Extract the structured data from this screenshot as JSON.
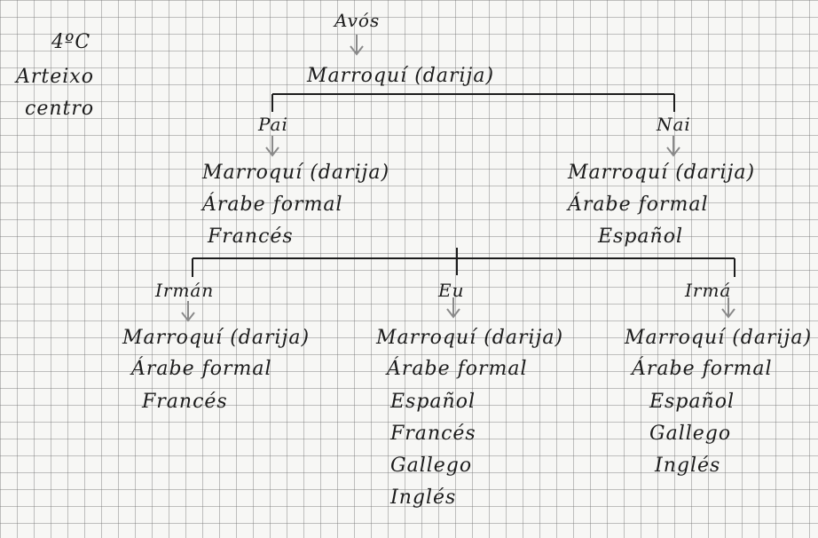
{
  "meta": {
    "class_label": "4ºC",
    "school_line1": "Arteixo",
    "school_line2": "centro"
  },
  "tree": {
    "grandparents": {
      "label": "Avós",
      "languages": [
        "Marroquí (darija)"
      ]
    },
    "father": {
      "label": "Pai",
      "languages": [
        "Marroquí (darija)",
        "Árabe formal",
        "Francés"
      ]
    },
    "mother": {
      "label": "Nai",
      "languages": [
        "Marroquí (darija)",
        "Árabe formal",
        "Español"
      ]
    },
    "brother": {
      "label": "Irmán",
      "languages": [
        "Marroquí (darija)",
        "Árabe formal",
        "Francés"
      ]
    },
    "me": {
      "label": "Eu",
      "languages": [
        "Marroquí (darija)",
        "Árabe formal",
        "Español",
        "Francés",
        "Gallego",
        "Inglés"
      ]
    },
    "sister": {
      "label": "Irmá",
      "languages": [
        "Marroquí (darija)",
        "Árabe formal",
        "Español",
        "Gallego",
        "Inglés"
      ]
    }
  },
  "colors": {
    "ink": "#1c1c1c",
    "arrow": "#8a8a8a",
    "grid": "#8c8c8c",
    "paper": "#f7f7f5"
  }
}
